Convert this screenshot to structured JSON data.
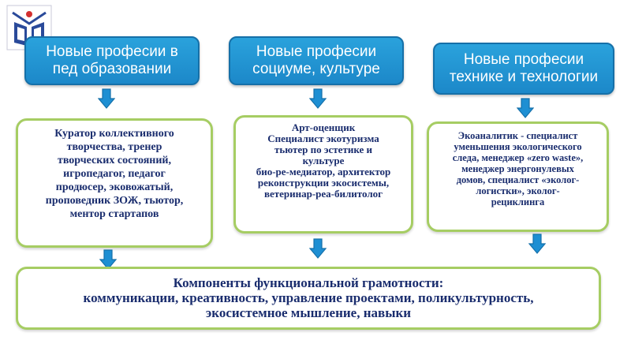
{
  "header_boxes": [
    {
      "line1": "Новые професии в",
      "line2": "пед образовании"
    },
    {
      "line1": "Новые професии",
      "line2": "социуме, культуре"
    },
    {
      "line1": "Новые професии",
      "line2": "технике и технологии"
    }
  ],
  "content_boxes": [
    {
      "lines": [
        "Куратор коллективного",
        "творчества, тренер",
        "творческих состояний,",
        "игропедагог, педагог",
        "продюсер, эковожатый,",
        "проповедник ЗОЖ, тьютор,",
        "ментор стартапов"
      ]
    },
    {
      "lines": [
        "Арт-оценщик",
        "Специалист экотуризма",
        "тьютер по эстетике и",
        "культуре",
        "био-ре-медиатор, архитектор",
        "реконструкции экосистемы,",
        "ветеринар-реа-билитолог"
      ]
    },
    {
      "lines": [
        "Экоаналитик -  специалист",
        "уменьшения экологического",
        "следа, менеджер «zero waste»,",
        "менеджер энергонулевых",
        "домов, специалист «эколог-",
        "логистки», эколог-",
        "рециклинга"
      ]
    }
  ],
  "bottom_box": {
    "lines": [
      "Компоненты функциональной грамотности:",
      "коммуникации, креативность, управление проектами, поликультурность,",
      "экосистемное мышление,  навыки"
    ]
  },
  "colors": {
    "header_fill": "#1c88c9",
    "box_border": "#a6cd63",
    "text": "#1a2d6e",
    "arrow": "#1e8fd3"
  },
  "icons": {
    "logo": "institution-logo-icon",
    "arrow": "arrow-down-icon"
  }
}
